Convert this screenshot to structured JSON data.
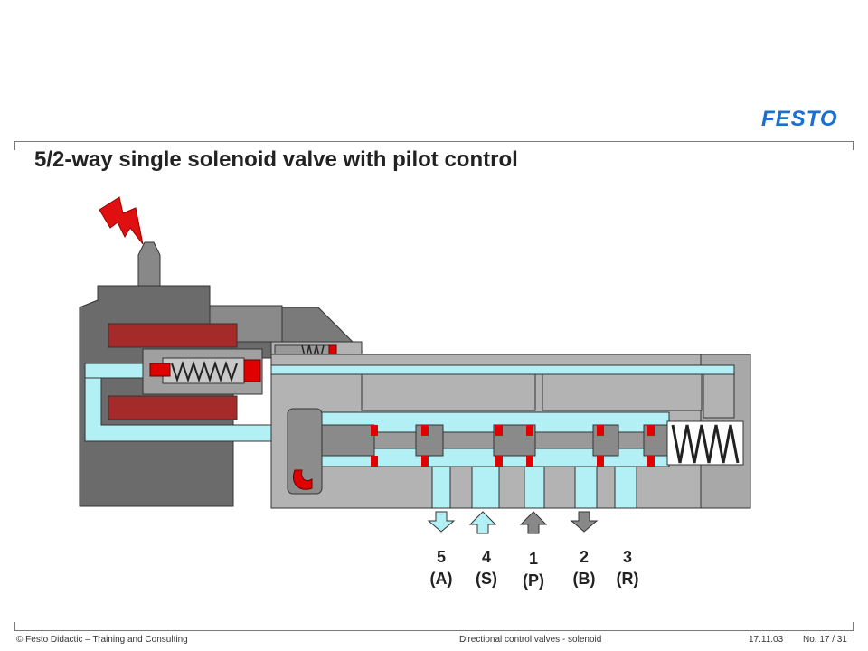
{
  "header": {
    "logo_text": "FESTO",
    "title": "5/2-way single solenoid valve with pilot control"
  },
  "ports": [
    {
      "number": "5",
      "label": "(A)"
    },
    {
      "number": "4",
      "label": "(S)"
    },
    {
      "number": "1",
      "label": "(P)"
    },
    {
      "number": "2",
      "label": "(B)"
    },
    {
      "number": "3",
      "label": "(R)"
    }
  ],
  "footer": {
    "copyright": "© Festo Didactic – Training and Consulting",
    "topic": "Directional control valves - solenoid",
    "date": "17.11.03",
    "page": "No. 17 / 31"
  },
  "colors": {
    "housing_dark": "#666666",
    "housing_light": "#b3b3b3",
    "air": "#b3f0f5",
    "coil": "#a52a2a",
    "seal": "#e00000",
    "logo": "#1a6fd1"
  }
}
